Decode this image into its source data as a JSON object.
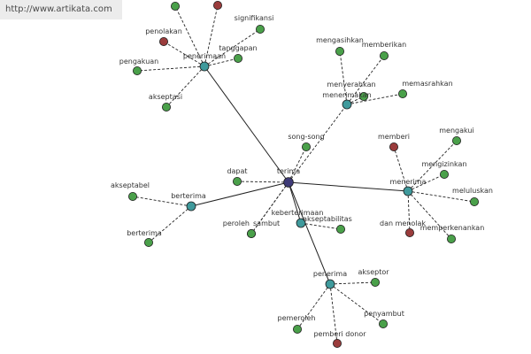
{
  "site_url": "http://www.artikata.com",
  "colors": {
    "hub": "#3f3b78",
    "sub": "#3f9a9c",
    "synonym": "#4aa04a",
    "antonym": "#9a3c3c",
    "edge": "#222222"
  },
  "center": {
    "id": "terima",
    "label": "terima"
  },
  "hubs": [
    {
      "id": "penerimaan",
      "label": "penerimaan"
    },
    {
      "id": "menerimakan",
      "label": "menerimakan"
    },
    {
      "id": "berterima",
      "label": "berterima"
    },
    {
      "id": "menerima",
      "label": "menerima"
    },
    {
      "id": "keberterimaan",
      "label": "keberterimaan"
    },
    {
      "id": "penerima",
      "label": "penerima"
    }
  ],
  "leaves": [
    {
      "id": "sig-unl",
      "label": "",
      "parent": "penerimaan",
      "kind": "synonym"
    },
    {
      "id": "pen-unl",
      "label": "",
      "parent": "penerimaan",
      "kind": "antonym"
    },
    {
      "id": "signifikansi",
      "label": "signifikansi",
      "parent": "penerimaan",
      "kind": "synonym"
    },
    {
      "id": "penolakan",
      "label": "penolakan",
      "parent": "penerimaan",
      "kind": "antonym"
    },
    {
      "id": "tanggapan",
      "label": "tanggapan",
      "parent": "penerimaan",
      "kind": "synonym"
    },
    {
      "id": "pengakuan",
      "label": "pengakuan",
      "parent": "penerimaan",
      "kind": "synonym"
    },
    {
      "id": "akseptasi",
      "label": "akseptasi",
      "parent": "penerimaan",
      "kind": "synonym"
    },
    {
      "id": "mengasihkan",
      "label": "mengasihkan",
      "parent": "menerimakan",
      "kind": "synonym"
    },
    {
      "id": "memberikan",
      "label": "memberikan",
      "parent": "menerimakan",
      "kind": "synonym"
    },
    {
      "id": "menyerahkan",
      "label": "menyerahkan",
      "parent": "menerimakan",
      "kind": "synonym"
    },
    {
      "id": "memasrahkan",
      "label": "memasrahkan",
      "parent": "menerimakan",
      "kind": "synonym"
    },
    {
      "id": "song-song",
      "label": "song-song",
      "parent": "terima",
      "kind": "synonym"
    },
    {
      "id": "dapat",
      "label": "dapat",
      "parent": "terima",
      "kind": "synonym"
    },
    {
      "id": "peroleh",
      "label": "peroleh",
      "parent": "terima",
      "kind": "synonym"
    },
    {
      "id": "sambut",
      "label": "sambut",
      "parent": "terima",
      "kind": "synonym"
    },
    {
      "id": "akseptabel",
      "label": "akseptabel",
      "parent": "berterima",
      "kind": "synonym"
    },
    {
      "id": "berterima-leaf",
      "label": "berterima",
      "parent": "berterima",
      "kind": "synonym"
    },
    {
      "id": "memberi",
      "label": "memberi",
      "parent": "menerima",
      "kind": "antonym"
    },
    {
      "id": "mengakui",
      "label": "mengakui",
      "parent": "menerima",
      "kind": "synonym"
    },
    {
      "id": "mengizinkan",
      "label": "mengizinkan",
      "parent": "menerima",
      "kind": "synonym"
    },
    {
      "id": "meluluskan",
      "label": "meluluskan",
      "parent": "menerima",
      "kind": "synonym"
    },
    {
      "id": "dan-menolak",
      "label": "dan menolak",
      "parent": "menerima",
      "kind": "antonym"
    },
    {
      "id": "memperkenankan",
      "label": "memperkenankan",
      "parent": "menerima",
      "kind": "synonym"
    },
    {
      "id": "akseptabilitas",
      "label": "akseptabilitas",
      "parent": "keberterimaan",
      "kind": "synonym"
    },
    {
      "id": "akseptor",
      "label": "akseptor",
      "parent": "penerima",
      "kind": "synonym"
    },
    {
      "id": "pemeroleh",
      "label": "pemeroleh",
      "parent": "penerima",
      "kind": "synonym"
    },
    {
      "id": "penyambut",
      "label": "penyambut",
      "parent": "penerima",
      "kind": "synonym"
    },
    {
      "id": "pemberi-donor",
      "label": "pemberi donor",
      "parent": "penerima",
      "kind": "antonym"
    }
  ]
}
